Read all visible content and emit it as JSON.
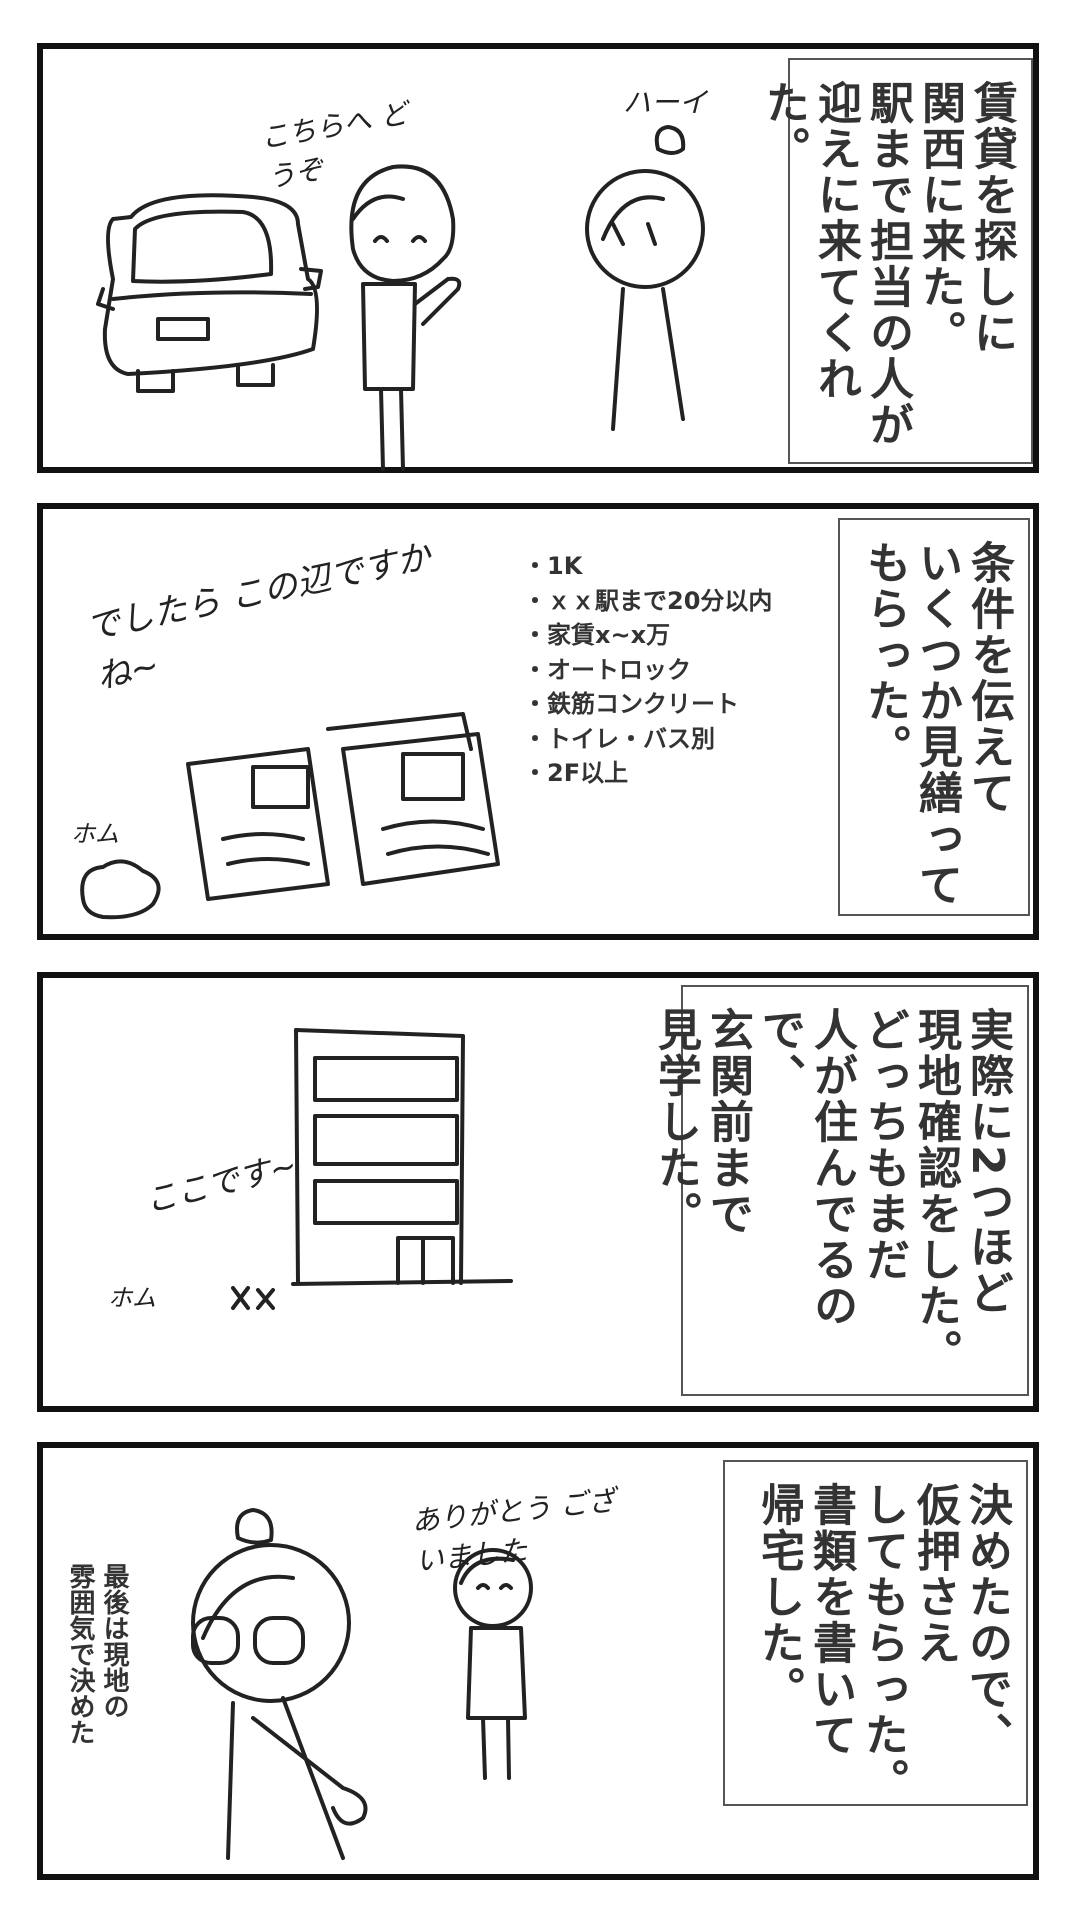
{
  "panels": [
    {
      "narration": [
        "賃貸を探しに",
        "関西に来た。",
        "駅まで担当の人が",
        "迎えに来てくれた。"
      ],
      "speech": {
        "agent": "こちらへ どうぞ",
        "mascot": "ハーイ"
      }
    },
    {
      "narration": [
        "条件を伝えて",
        "いくつか見繕って",
        "もらった。"
      ],
      "speech": {
        "agent": "でしたら この辺ですかね~",
        "mascot": "ホム"
      },
      "conditions": [
        "・1K",
        "・ｘｘ駅まで20分以内",
        "・家賃x~x万",
        "・オートロック",
        "・鉄筋コンクリート",
        "・トイレ・バス別",
        "・2F以上"
      ]
    },
    {
      "narration": [
        "実際に2つほど",
        "現地確認をした。",
        "どっちもまだ",
        "人が住んでるので、",
        "玄関前まで",
        "見学した。"
      ],
      "speech": {
        "agent": "ここです~",
        "mascot": "ホム"
      }
    },
    {
      "narration": [
        "決めたので、",
        "仮押さえ",
        "してもらった。",
        "書類を書いて",
        "帰宅した。"
      ],
      "speech": {
        "agent": "ありがとう ございました"
      },
      "side_note": [
        "最後は現地の",
        "雰囲気で決めた"
      ]
    }
  ]
}
